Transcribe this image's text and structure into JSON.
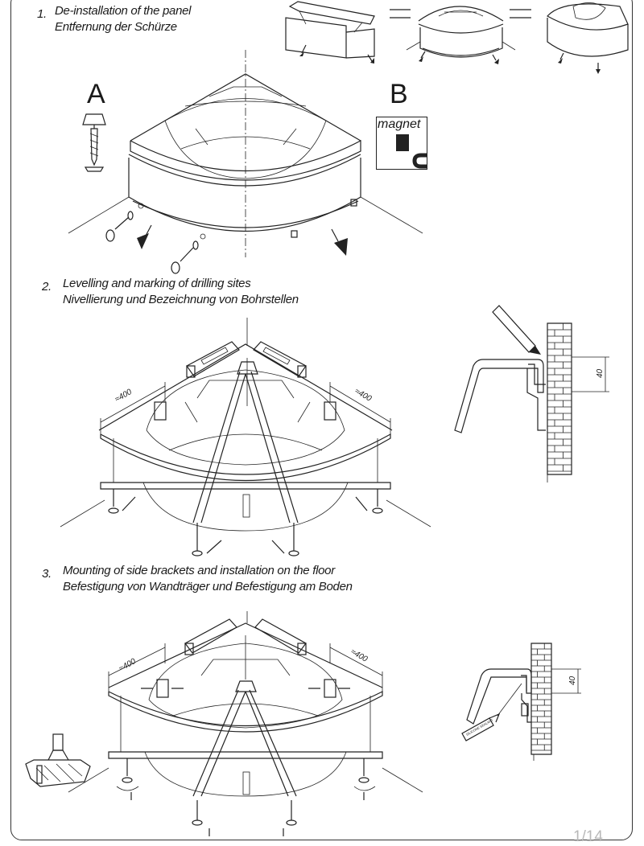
{
  "steps": [
    {
      "number": "1.",
      "en": "De-installation of the panel",
      "de": "Entfernung der Schürze"
    },
    {
      "number": "2.",
      "en": "Levelling and marking of drilling sites",
      "de": "Nivellierung und Bezeichnung von Bohrstellen"
    },
    {
      "number": "3.",
      "en": "Mounting of side brackets and installation on the floor",
      "de": "Befestigung von Wandträger  und Befestigung am Boden"
    }
  ],
  "panel_options": {
    "a_label": "A",
    "b_label": "B",
    "magnet_label": "magnet"
  },
  "dimensions": {
    "bracket_distance": "≈400",
    "wall_height": "40"
  },
  "tube_label": "SILICONE SEALANT",
  "page": {
    "current": 1,
    "total": 14,
    "text": "1/14"
  }
}
